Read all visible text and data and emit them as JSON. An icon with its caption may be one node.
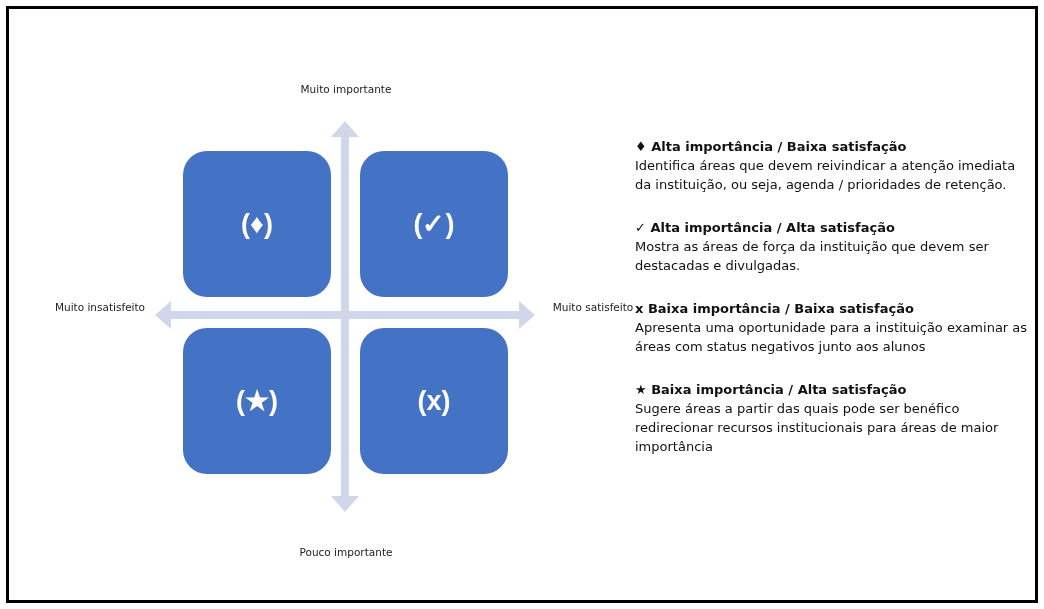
{
  "diagram": {
    "nodes": [
      {
        "text": [
          "(♦)"
        ]
      },
      {
        "text": [
          "(✓)"
        ]
      },
      {
        "text": [
          "(★)"
        ]
      },
      {
        "text": [
          "(x)"
        ]
      }
    ],
    "edges": [],
    "labels": [
      "Muito importante",
      "Muito insatisfeito",
      "Muito satisfeito",
      "Pouco importante",
      "♦ Alta importância / Baixa satisfação",
      "Identifica áreas que devem reivindicar a atenção imediata da instituição, ou seja, agenda / prioridades de retenção.",
      "✓ Alta importância / Alta satisfação",
      "Mostra as áreas de força da instituição que devem ser destacadas e divulgadas.",
      "x Baixa importância / Baixa satisfação",
      "Apresenta uma oportunidade para a instituição examinar as áreas com status negativos junto aos alunos",
      "★ Baixa importância / Alta satisfação",
      "Sugere áreas a partir das quais pode ser benéfico redirecionar recursos institucionais para áreas de maior importância"
    ]
  }
}
